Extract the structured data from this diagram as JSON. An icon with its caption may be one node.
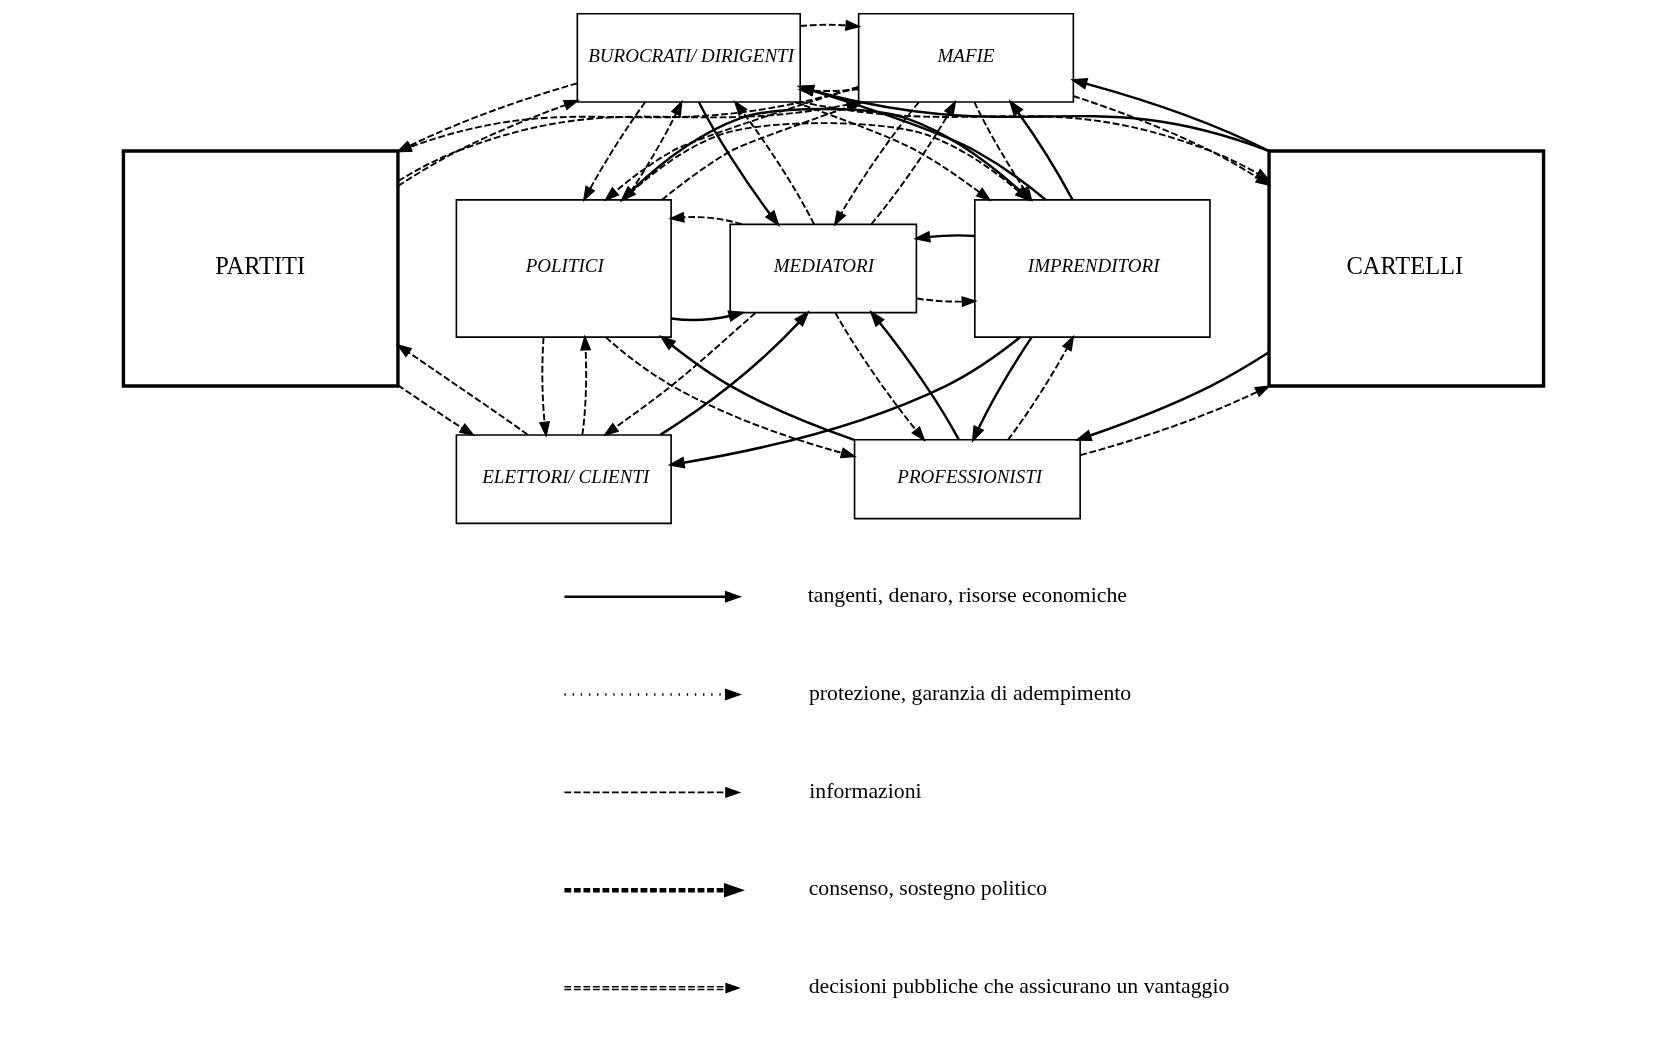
{
  "diagram": {
    "nodes": [
      {
        "text": [
          "BUROCRATI/ DIRIGENTI"
        ]
      },
      {
        "text": [
          "MAFIE"
        ]
      },
      {
        "text": [
          "PARTITI"
        ]
      },
      {
        "text": [
          "CARTELLI"
        ]
      },
      {
        "text": [
          "POLITICI"
        ]
      },
      {
        "text": [
          "MEDIATORI"
        ]
      },
      {
        "text": [
          "IMPRENDITORI"
        ]
      },
      {
        "text": [
          "PROFESSIONISTI"
        ]
      },
      {
        "text": [
          "ELETTORI/ CLIENTI"
        ]
      }
    ],
    "edges": [
      {
        "from": 2,
        "to": 0,
        "arrow": "to",
        "style": "dashed"
      },
      {
        "from": 0,
        "to": 2,
        "arrow": "to",
        "style": "dashed"
      },
      {
        "from": 1,
        "to": 0,
        "arrow": "to",
        "style": "dashed"
      },
      {
        "from": 0,
        "to": 1,
        "arrow": "to",
        "style": "dashed"
      },
      {
        "from": 0,
        "to": 3,
        "arrow": "to",
        "style": "dashed"
      },
      {
        "from": 3,
        "to": 0,
        "arrow": "to"
      },
      {
        "from": 6,
        "to": 0,
        "arrow": "to"
      },
      {
        "from": 2,
        "to": 1,
        "arrow": "to",
        "style": "dashed"
      },
      {
        "from": 1,
        "to": 2,
        "arrow": "to",
        "style": "dashed"
      },
      {
        "from": 4,
        "to": 1,
        "arrow": "to",
        "style": "dashed"
      },
      {
        "from": 5,
        "to": 0,
        "arrow": "to",
        "style": "dashed"
      },
      {
        "from": 5,
        "to": 1,
        "arrow": "to",
        "style": "dashed"
      },
      {
        "from": 1,
        "to": 5,
        "arrow": "to",
        "style": "dashed"
      },
      {
        "from": 1,
        "to": 4,
        "arrow": "to",
        "style": "dashed"
      },
      {
        "from": 0,
        "to": 5,
        "arrow": "to"
      },
      {
        "from": 0,
        "to": 6,
        "arrow": "to",
        "style": "dashed"
      },
      {
        "from": 0,
        "to": 4,
        "arrow": "to",
        "style": "dashed"
      },
      {
        "from": 4,
        "to": 0,
        "arrow": "to",
        "style": "dashed"
      },
      {
        "from": 4,
        "to": 5,
        "arrow": "to"
      },
      {
        "from": 5,
        "to": 4,
        "arrow": "to",
        "style": "dashed"
      },
      {
        "from": 5,
        "to": 6,
        "arrow": "to",
        "style": "dashed"
      },
      {
        "from": 6,
        "to": 5,
        "arrow": "to"
      },
      {
        "from": 4,
        "to": 6,
        "arrow": "to",
        "style": "dashed"
      },
      {
        "from": 6,
        "to": 4,
        "arrow": "to"
      },
      {
        "from": 1,
        "to": 6,
        "arrow": "to",
        "style": "dashed"
      },
      {
        "from": 6,
        "to": 1,
        "arrow": "to"
      },
      {
        "from": 3,
        "to": 1,
        "arrow": "to"
      },
      {
        "from": 1,
        "to": 3,
        "arrow": "to",
        "style": "dashed"
      },
      {
        "from": 4,
        "to": 8,
        "arrow": "to",
        "style": "dashed"
      },
      {
        "from": 8,
        "to": 4,
        "arrow": "to",
        "style": "dashed"
      },
      {
        "from": 2,
        "to": 8,
        "arrow": "to",
        "style": "dashed"
      },
      {
        "from": 8,
        "to": 2,
        "arrow": "to",
        "style": "dashed"
      },
      {
        "from": 8,
        "to": 5,
        "arrow": "to"
      },
      {
        "from": 5,
        "to": 8,
        "arrow": "to",
        "style": "dashed"
      },
      {
        "from": 7,
        "to": 4,
        "arrow": "to"
      },
      {
        "from": 6,
        "to": 8,
        "arrow": "to"
      },
      {
        "from": 4,
        "to": 7,
        "arrow": "to",
        "style": "dashed"
      },
      {
        "from": 7,
        "to": 5,
        "arrow": "to"
      },
      {
        "from": 5,
        "to": 7,
        "arrow": "to",
        "style": "dashed"
      },
      {
        "from": 7,
        "to": 6,
        "arrow": "to",
        "style": "dashed"
      },
      {
        "from": 6,
        "to": 7,
        "arrow": "to"
      },
      {
        "from": 3,
        "to": 7,
        "arrow": "to"
      },
      {
        "from": 7,
        "to": 3,
        "arrow": "to",
        "style": "dashed"
      }
    ],
    "legend": [
      {
        "text": "tangenti, denaro, risorse economiche"
      },
      {
        "text": "protezione, garanzia di adempimento"
      },
      {
        "text": "informazioni"
      },
      {
        "text": "consenso, sostegno politico"
      },
      {
        "text": "decisioni pubbliche che assicurano un vantaggio"
      }
    ]
  }
}
